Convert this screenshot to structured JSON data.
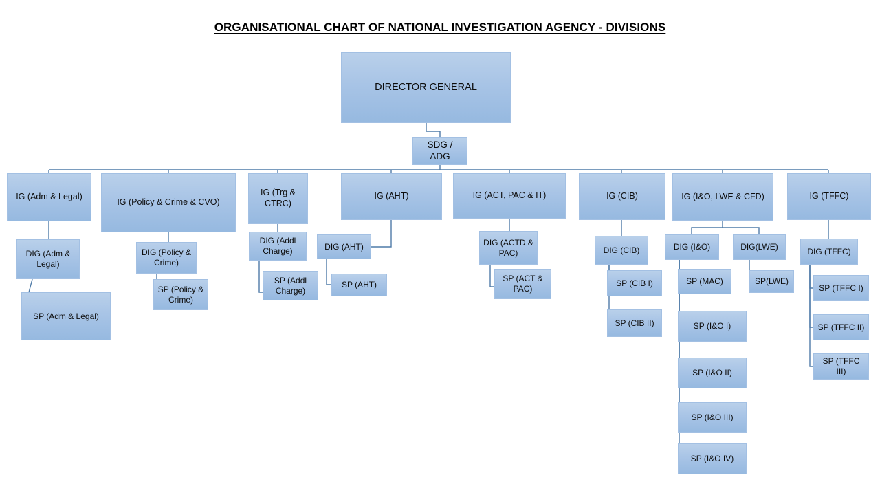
{
  "title": "ORGANISATIONAL CHART OF NATIONAL INVESTIGATION AGENCY - DIVISIONS",
  "colors": {
    "box_fill_top": "#b9d0ea",
    "box_fill_bottom": "#96b9e0",
    "box_border": "#a3c0e3",
    "connector": "#4f7ba8",
    "text": "#0d0d0d",
    "background": "#ffffff"
  },
  "nodes": {
    "dg": {
      "label": "DIRECTOR GENERAL"
    },
    "sdg": {
      "label": "SDG /\nADG"
    },
    "ig_adm": {
      "label": "IG (Adm & Legal)"
    },
    "dig_adm": {
      "label": "DIG (Adm & Legal)"
    },
    "sp_adm": {
      "label": "SP (Adm & Legal)"
    },
    "ig_policy": {
      "label": "IG (Policy & Crime & CVO)"
    },
    "dig_policy": {
      "label": "DIG (Policy & Crime)"
    },
    "sp_policy": {
      "label": "SP (Policy & Crime)"
    },
    "ig_trg": {
      "label": "IG (Trg & CTRC)"
    },
    "dig_addl": {
      "label": "DIG (Addl Charge)"
    },
    "sp_addl": {
      "label": "SP (Addl Charge)"
    },
    "ig_aht": {
      "label": "IG (AHT)"
    },
    "dig_aht": {
      "label": "DIG (AHT)"
    },
    "sp_aht": {
      "label": "SP (AHT)"
    },
    "ig_act": {
      "label": "IG (ACT, PAC & IT)"
    },
    "dig_actd": {
      "label": "DIG (ACTD & PAC)"
    },
    "sp_act": {
      "label": "SP (ACT & PAC)"
    },
    "ig_cib": {
      "label": "IG (CIB)"
    },
    "dig_cib": {
      "label": "DIG (CIB)"
    },
    "sp_cib_1": {
      "label": "SP (CIB I)"
    },
    "sp_cib_2": {
      "label": "SP (CIB II)"
    },
    "ig_io": {
      "label": "IG (I&O, LWE & CFD)"
    },
    "dig_io": {
      "label": "DIG (I&O)"
    },
    "dig_lwe": {
      "label": "DIG(LWE)"
    },
    "sp_lwe": {
      "label": "SP(LWE)"
    },
    "sp_mac": {
      "label": "SP (MAC)"
    },
    "sp_io_1": {
      "label": "SP (I&O I)"
    },
    "sp_io_2": {
      "label": "SP (I&O II)"
    },
    "sp_io_3": {
      "label": "SP (I&O III)"
    },
    "sp_io_4": {
      "label": "SP (I&O IV)"
    },
    "ig_tffc": {
      "label": "IG (TFFC)"
    },
    "dig_tffc": {
      "label": "DIG (TFFC)"
    },
    "sp_tffc_1": {
      "label": "SP (TFFC I)"
    },
    "sp_tffc_2": {
      "label": "SP (TFFC II)"
    },
    "sp_tffc_3": {
      "label": "SP (TFFC III)"
    }
  }
}
